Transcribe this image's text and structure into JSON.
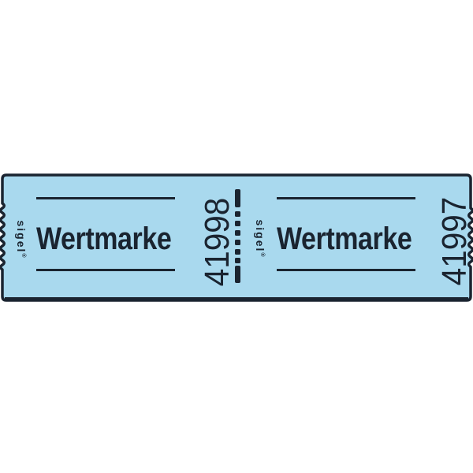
{
  "photo": {
    "background_color": "#ffffff",
    "strip": {
      "fill_color": "#a9d9ee",
      "ink_color": "#1a2430",
      "brand": "sigel",
      "registered_mark": "®",
      "tickets": [
        {
          "label": "Wertmarke",
          "serial": "41998"
        },
        {
          "label": "Wertmarke",
          "serial": "41997"
        }
      ]
    }
  }
}
